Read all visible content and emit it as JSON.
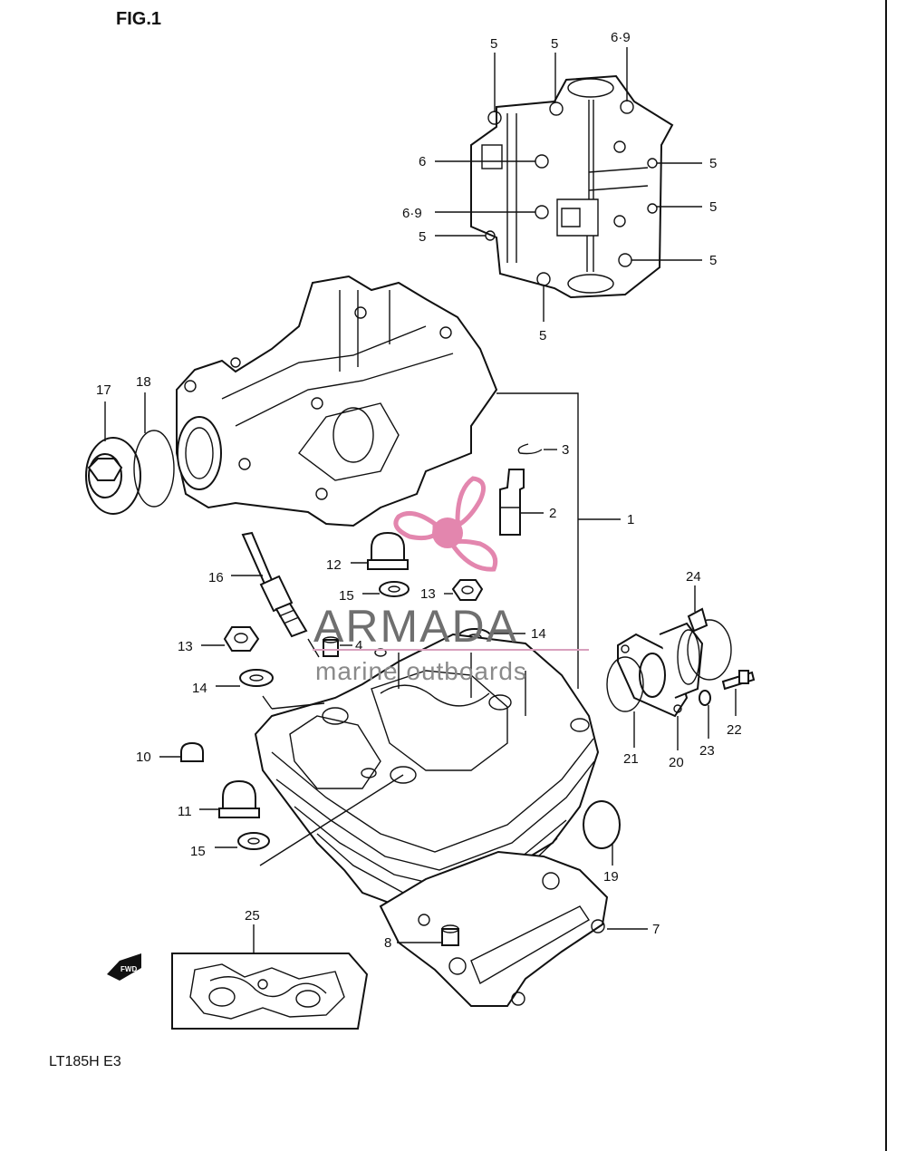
{
  "figure_title": "FIG.1",
  "model_code": "LT185H E3",
  "watermark": {
    "brand": "ARMADA",
    "tagline": "marine outboards",
    "colors": {
      "brand_text": "#6f6f6f",
      "logo_pink": "#e07aa6",
      "line": "#d8a0bd"
    }
  },
  "fwd_marker": "FWD",
  "callouts": {
    "c1": "1",
    "c2": "2",
    "c3": "3",
    "c4": "4",
    "c5a": "5",
    "c5b": "5",
    "c5c": "5",
    "c5d": "5",
    "c5e": "5",
    "c5f": "5",
    "c5g": "5",
    "c6": "6",
    "c69a": "6·9",
    "c69b": "6·9",
    "c7": "7",
    "c8": "8",
    "c10": "10",
    "c11": "11",
    "c12": "12",
    "c13a": "13",
    "c13b": "13",
    "c14a": "14",
    "c14b": "14",
    "c15a": "15",
    "c15b": "15",
    "c16": "16",
    "c17": "17",
    "c18": "18",
    "c19": "19",
    "c20": "20",
    "c21": "21",
    "c22": "22",
    "c23": "23",
    "c24": "24",
    "c25": "25"
  }
}
